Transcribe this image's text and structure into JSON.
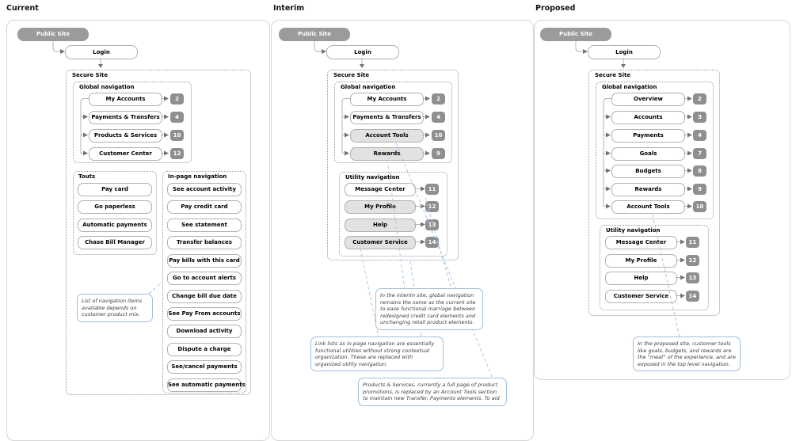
{
  "colors": {
    "public_site_bg": "#9b9b9b",
    "badge_bg": "#8f8f8f",
    "highlight_bg": "#e2e2e2",
    "connector_line": "#b5b5b5",
    "callout_line": "#a9c6e4",
    "annotation_border": "#9fc0e0"
  },
  "columns": [
    {
      "title": "Current",
      "public_site_label": "Public Site",
      "login_label": "Login",
      "secure_site_label": "Secure Site",
      "global_nav": {
        "label": "Global navigation",
        "items": [
          {
            "label": "My Accounts",
            "badge": "2",
            "highlighted": false
          },
          {
            "label": "Payments & Transfers",
            "badge": "4",
            "highlighted": false
          },
          {
            "label": "Products & Services",
            "badge": "10",
            "highlighted": false
          },
          {
            "label": "Customer Center",
            "badge": "12",
            "highlighted": false
          }
        ]
      },
      "touts": {
        "label": "Touts",
        "items": [
          "Pay card",
          "Go paperless",
          "Automatic payments",
          "Chase Bill Manager"
        ]
      },
      "inpage_nav": {
        "label": "In-page navigation",
        "items": [
          "See account activity",
          "Pay credit card",
          "See statement",
          "Transfer balances",
          "Pay bills with this card",
          "Go to account alerts",
          "Change bill due date",
          "See Pay From accounts",
          "Download activity",
          "Dispute a charge",
          "See/cancel payments",
          "See automatic payments"
        ]
      },
      "annotations": [
        "List of navigation items available depends on customer product mix."
      ]
    },
    {
      "title": "Interim",
      "public_site_label": "Public Site",
      "login_label": "Login",
      "secure_site_label": "Secure Site",
      "global_nav": {
        "label": "Global navigation",
        "items": [
          {
            "label": "My Accounts",
            "badge": "2",
            "highlighted": false
          },
          {
            "label": "Payments & Transfers",
            "badge": "4",
            "highlighted": false
          },
          {
            "label": "Account Tools",
            "badge": "10",
            "highlighted": true
          },
          {
            "label": "Rewards",
            "badge": "9",
            "highlighted": true
          }
        ]
      },
      "utility_nav": {
        "label": "Utility navigation",
        "items": [
          {
            "label": "Message Center",
            "badge": "11",
            "highlighted": false
          },
          {
            "label": "My Profile",
            "badge": "12",
            "highlighted": true
          },
          {
            "label": "Help",
            "badge": "13",
            "highlighted": true
          },
          {
            "label": "Customer Service",
            "badge": "14",
            "highlighted": true
          }
        ]
      },
      "annotations": [
        "In the interim site, global navigation remains the same as the current site to ease functional marriage between redesigned credit card elements and unchanging retail product elements.",
        "Link lists as in-page navigation are essentially functional utilities without strong contextual organization. These are replaced with organized utility navigation.",
        "Products & Services, currently a full page of product promotions, is replaced by an Account Tools section to maintain new Transfer, Payments elements. To aid"
      ]
    },
    {
      "title": "Proposed",
      "public_site_label": "Public Site",
      "login_label": "Login",
      "secure_site_label": "Secure Site",
      "global_nav": {
        "label": "Global navigation",
        "items": [
          {
            "label": "Overview",
            "badge": "2",
            "highlighted": false
          },
          {
            "label": "Accounts",
            "badge": "3",
            "highlighted": false
          },
          {
            "label": "Payments",
            "badge": "4",
            "highlighted": false
          },
          {
            "label": "Goals",
            "badge": "7",
            "highlighted": false
          },
          {
            "label": "Budgets",
            "badge": "8",
            "highlighted": false
          },
          {
            "label": "Rewards",
            "badge": "9",
            "highlighted": false
          },
          {
            "label": "Account Tools",
            "badge": "10",
            "highlighted": false
          }
        ]
      },
      "utility_nav": {
        "label": "Utility navigation",
        "items": [
          {
            "label": "Message Center",
            "badge": "11",
            "highlighted": false
          },
          {
            "label": "My Profile",
            "badge": "12",
            "highlighted": false
          },
          {
            "label": "Help",
            "badge": "13",
            "highlighted": false
          },
          {
            "label": "Customer Service",
            "badge": "14",
            "highlighted": false
          }
        ]
      },
      "annotations": [
        "In the proposed site, customer tools like goals, budgets, and rewards are the \"meat\" of the experience, and are exposed in the top level navigation."
      ]
    }
  ]
}
